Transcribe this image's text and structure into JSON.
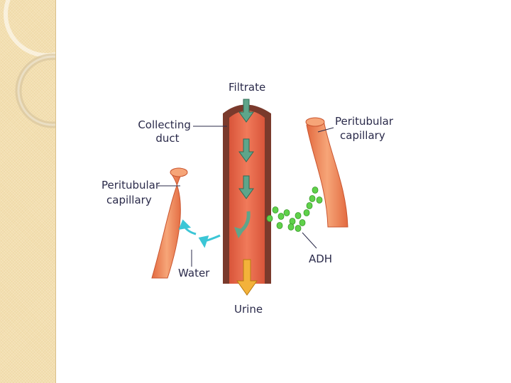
{
  "labels": {
    "filtrate": "Filtrate",
    "collecting_duct": [
      "Collecting",
      "duct"
    ],
    "peritubular_capillary_right": [
      "Peritubular",
      "capillary"
    ],
    "peritubular_capillary_left": [
      "Peritubular",
      "capillary"
    ],
    "water": "Water",
    "adh": "ADH",
    "urine": "Urine"
  },
  "colors": {
    "sidebar": "#f3dfb0",
    "duct_wall": "#7a3a2c",
    "duct_lumen": "#e86a4a",
    "capillary": "#ef8a5e",
    "flow_arrow": "#5ea58a",
    "water_arrow": "#3bc6d6",
    "adh_dots": "#5fd14a",
    "urine_arrow": "#f3b23a",
    "label_text": "#2a2a4a"
  }
}
